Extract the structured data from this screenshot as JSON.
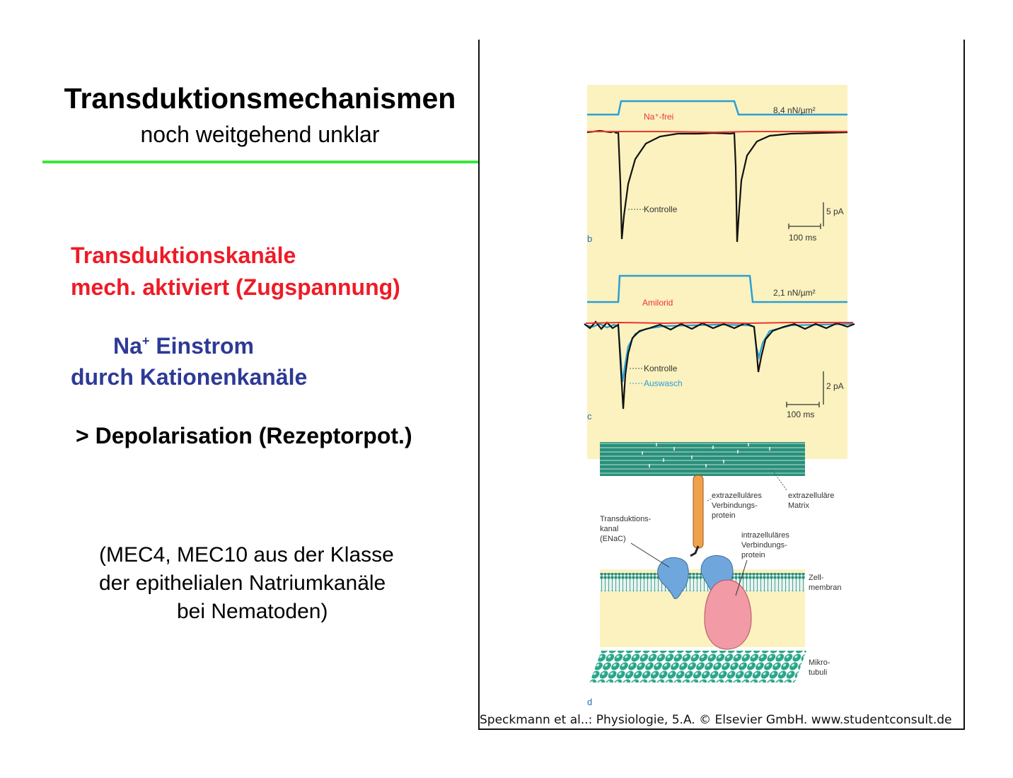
{
  "left": {
    "title": "Transduktionsmechanismen",
    "subtitle": "noch weitgehend unklar",
    "red_line1": "Transduktionskanäle",
    "red_line2": "mech. aktiviert (Zugspannung)",
    "blue_na": "Na",
    "blue_sup": "+",
    "blue_line1_rest": " Einstrom",
    "blue_line2": "durch Kationenkanäle",
    "depol": "> Depolarisation (Rezeptorpot.)",
    "note_line1": "(MEC4, MEC10 aus der Klasse",
    "note_line2": "der epithelialen Natriumkanäle",
    "note_line3": "bei Nematoden)"
  },
  "figure": {
    "panel_b": {
      "stim_label": "8,4 nN/µm²",
      "red_label": "Na⁺-frei",
      "black_label": "Kontrolle",
      "scale_y": "5 pA",
      "scale_x": "100 ms",
      "letter": "b"
    },
    "panel_c": {
      "stim_label": "2,1 nN/µm²",
      "red_label": "Amilorid",
      "black_label": "Kontrolle",
      "blue_label": "Auswasch",
      "scale_y": "2 pA",
      "scale_x": "100 ms",
      "letter": "c"
    },
    "panel_d": {
      "letter": "d",
      "label_ext_protein": [
        "extrazelluläres",
        "Verbindungs-",
        "protein"
      ],
      "label_ext_matrix": [
        "extrazelluläre",
        "Matrix"
      ],
      "label_channel": [
        "Transduktions-",
        "kanal",
        "(ENaC)"
      ],
      "label_int_protein": [
        "intrazelluläres",
        "Verbindungs-",
        "protein"
      ],
      "label_membrane": [
        "Zell-",
        "membran"
      ],
      "label_microtubule": [
        "Mikro-",
        "tubuli"
      ]
    },
    "caption": "Speckmann et al..: Physiologie, 5.A. © Elsevier GmbH. www.studentconsult.de"
  },
  "colors": {
    "rule": "#39e639",
    "red_text": "#ef1b26",
    "blue_text": "#2e3a96",
    "panel_bg": "#fbf2bf",
    "stim_line": "#2a9fd6",
    "trace_red": "#ee3333",
    "trace_blue": "#2a9fd6",
    "matrix": "#2a8f7b"
  }
}
